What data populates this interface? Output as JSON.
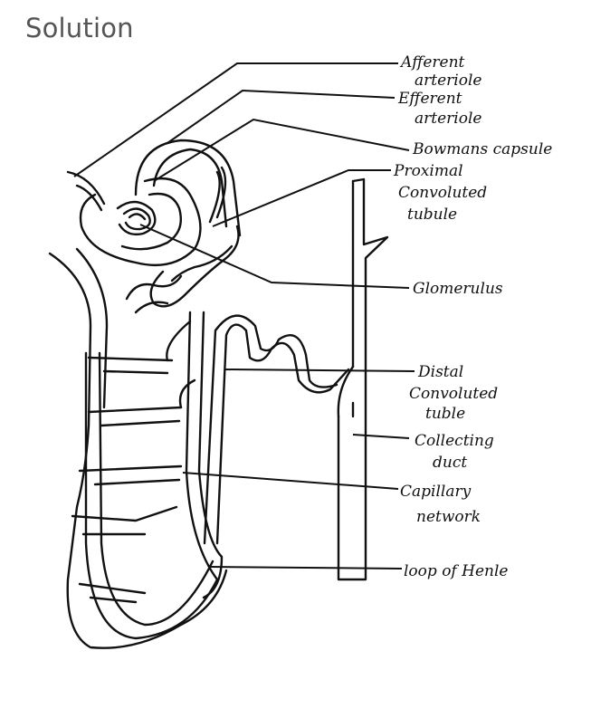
{
  "heading": "Solution",
  "diagram": {
    "labels": {
      "afferent_1": "Afferent",
      "afferent_2": "arteriole",
      "efferent_1": "Efferent",
      "efferent_2": "arteriole",
      "bowmans": "Bowmans capsule",
      "pct_1": "Proximal",
      "pct_2": "Convoluted",
      "pct_3": "tubule",
      "glomerulus": "Glomerulus",
      "dct_1": "Distal",
      "dct_2": "Convoluted",
      "dct_3": "tuble",
      "cd_1": "Collecting",
      "cd_2": "duct",
      "cap_1": "Capillary",
      "cap_2": "network",
      "loop": "loop of Henle"
    }
  }
}
